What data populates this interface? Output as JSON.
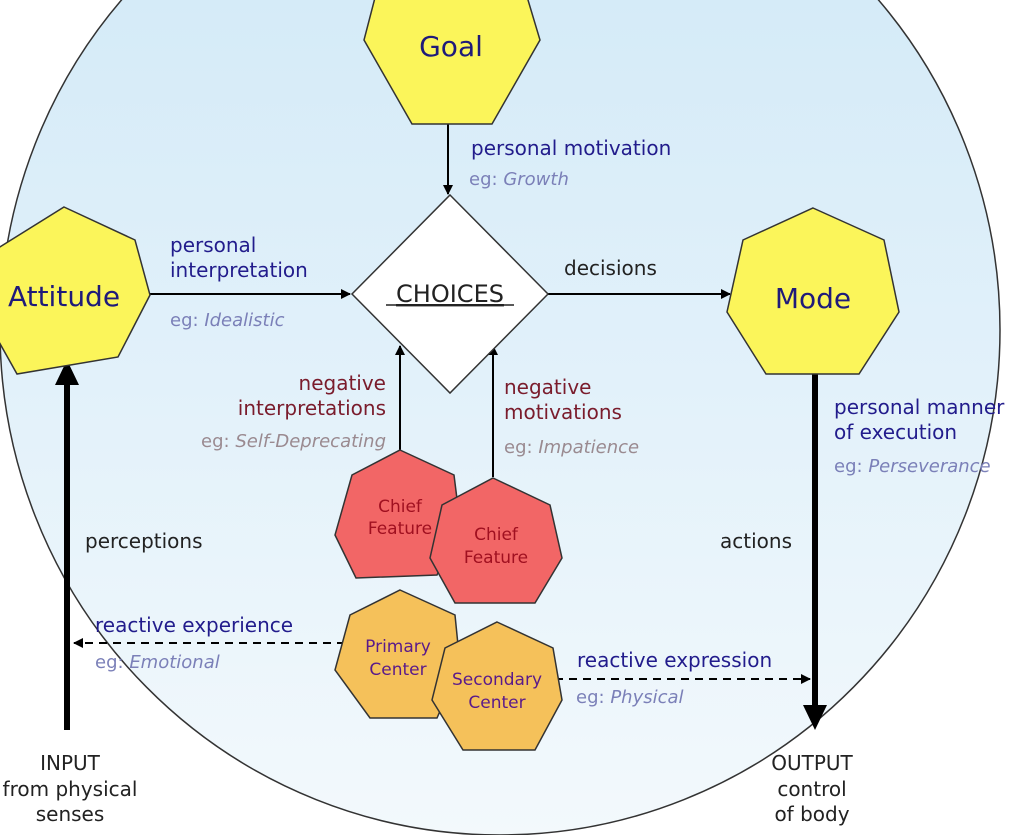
{
  "diagram": {
    "colors": {
      "circle_fill_top": "#cfe8f7",
      "circle_fill_bottom": "#eef6fb",
      "yellow_node": "#fbf55a",
      "red_node": "#f26666",
      "orange_node": "#f5c15a",
      "title_text": "#1f1a7a",
      "blue_text": "#221c8c",
      "eg_text": "#7b80b8",
      "maroon_text": "#7a1c2c",
      "grey_eg_text": "#9a8a90",
      "red_node_text": "#a01020",
      "orange_node_text": "#5a1a8a"
    },
    "nodes": {
      "goal": "Goal",
      "attitude": "Attitude",
      "mode": "Mode",
      "choices": "CHOICES",
      "chief_feature_1": [
        "Chief",
        "Feature"
      ],
      "chief_feature_2": [
        "Chief",
        "Feature"
      ],
      "primary_center": [
        "Primary",
        "Center"
      ],
      "secondary_center": [
        "Secondary",
        "Center"
      ]
    },
    "edges": {
      "goal_to_choices": {
        "label": "personal motivation",
        "eg_prefix": "eg:",
        "eg_value": "Growth"
      },
      "attitude_to_choices": {
        "label_lines": [
          "personal",
          "interpretation"
        ],
        "eg_prefix": "eg:",
        "eg_value": "Idealistic"
      },
      "choices_to_mode": {
        "label": "decisions"
      },
      "chief1_to_choices": {
        "label_lines": [
          "negative",
          "interpretations"
        ],
        "eg_prefix": "eg:",
        "eg_value": "Self-Deprecating"
      },
      "chief2_to_choices": {
        "label_lines": [
          "negative",
          "motivations"
        ],
        "eg_prefix": "eg:",
        "eg_value": "Impatience"
      },
      "mode_to_output": {
        "label_lines": [
          "personal manner",
          "of execution"
        ],
        "eg_prefix": "eg:",
        "eg_value": "Perseverance",
        "flow_label": "actions"
      },
      "input_to_attitude": {
        "flow_label": "perceptions"
      },
      "primary_to_input": {
        "label": "reactive experience",
        "eg_prefix": "eg:",
        "eg_value": "Emotional"
      },
      "secondary_to_output": {
        "label": "reactive expression",
        "eg_prefix": "eg:",
        "eg_value": "Physical"
      }
    },
    "io": {
      "input": [
        "INPUT",
        "from physical",
        "senses"
      ],
      "output": [
        "OUTPUT",
        "control",
        "of body"
      ]
    }
  }
}
